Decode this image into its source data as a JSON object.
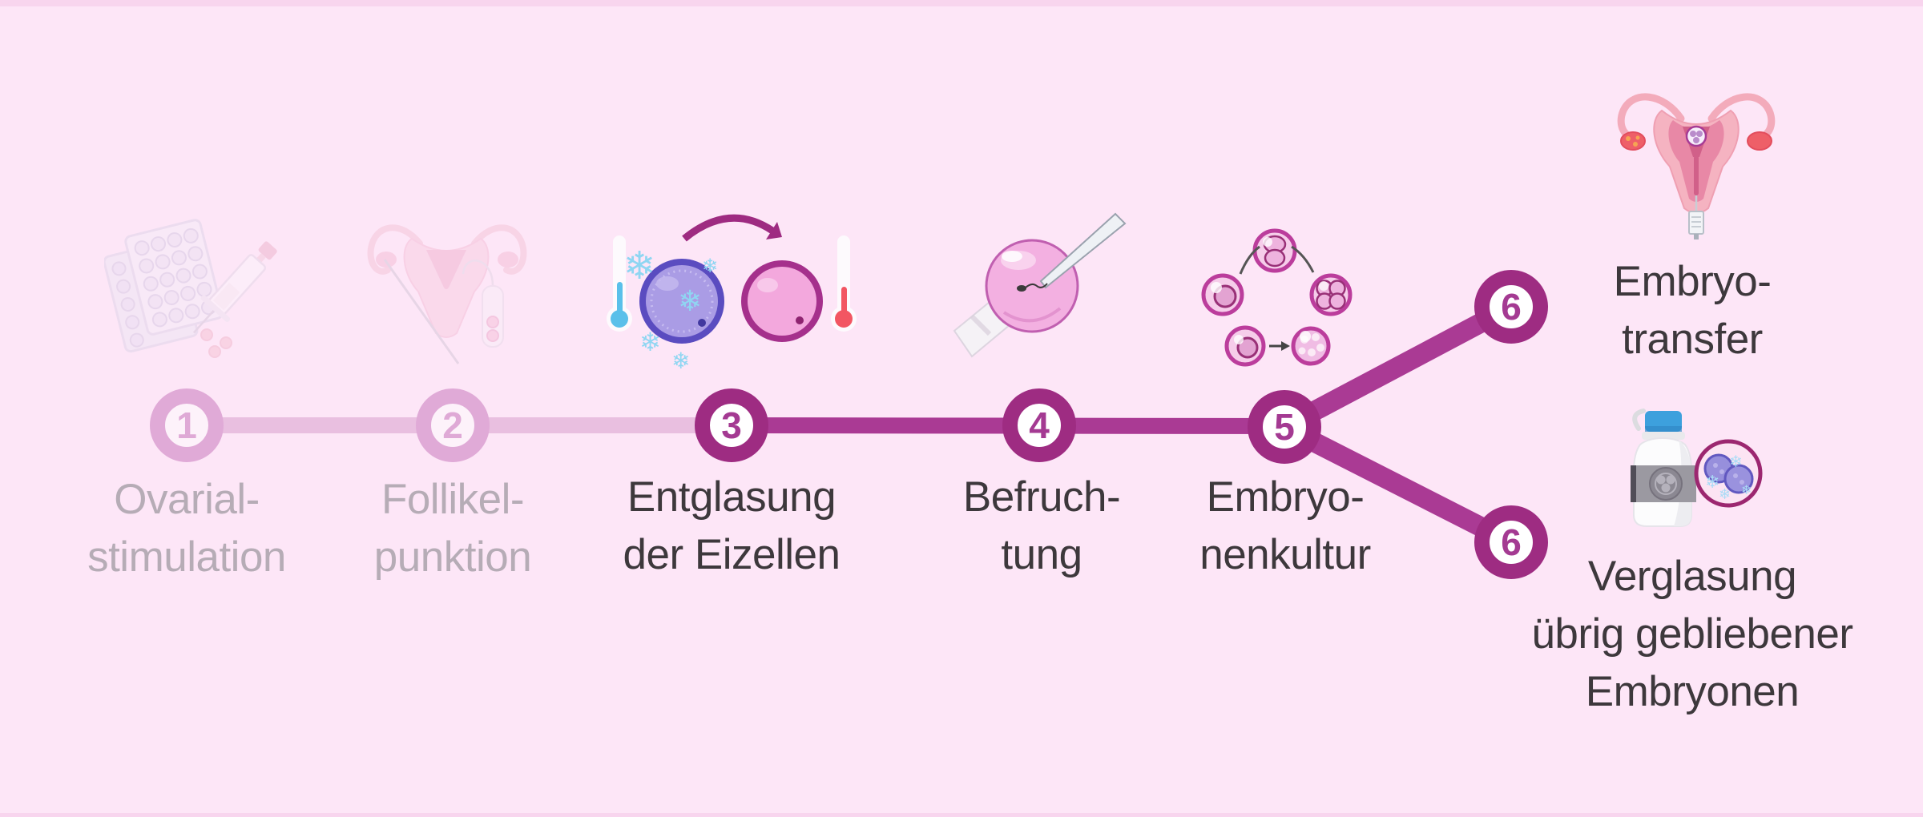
{
  "page": {
    "background": "#fde6f7",
    "edge_strip_color": "#f8d5ee"
  },
  "colors": {
    "active_line": "#aa3a94",
    "active_ring": "#9e2c82",
    "active_number": "#a43a92",
    "faded_line": "#e9bfe0",
    "faded_ring": "#e0aad7",
    "faded_number": "#dfa9d6",
    "label_dark": "#3d383c",
    "label_faded": "#b6acb6",
    "arrow_magenta": "#9e2b81",
    "frozen_ring_blue": "#5a4cc0",
    "snowflake_blue": "#8fd6f2",
    "thermometer_cold": "#5ac0ea",
    "thermometer_hot": "#f25662"
  },
  "glyphs": {
    "snowflake": "❄"
  },
  "icons": {
    "step1": "blister-packs-syringe-icon",
    "step2": "uterus-puncture-icon",
    "step3": "egg-thawing-icon",
    "step4": "icsi-fertilization-icon",
    "step5": "embryo-culture-icon",
    "step6a": "embryo-transfer-icon",
    "step6b": "embryo-vitrification-icon"
  },
  "timeline": {
    "steps": [
      {
        "number": "1",
        "state": "faded",
        "lines": [
          "Ovarial-",
          "stimulation"
        ]
      },
      {
        "number": "2",
        "state": "faded",
        "lines": [
          "Follikel-",
          "punktion"
        ]
      },
      {
        "number": "3",
        "state": "active",
        "lines": [
          "Entglasung",
          "der Eizellen"
        ]
      },
      {
        "number": "4",
        "state": "active",
        "lines": [
          "Befruch-",
          "tung"
        ]
      },
      {
        "number": "5",
        "state": "active",
        "lines": [
          "Embryo-",
          "nenkultur"
        ]
      },
      {
        "number": "6",
        "state": "active",
        "lines": [
          "Embryo-",
          "transfer"
        ]
      },
      {
        "number": "6",
        "state": "active",
        "lines": [
          "Verglasung",
          "übrig gebliebener",
          "Embryonen"
        ]
      }
    ]
  }
}
